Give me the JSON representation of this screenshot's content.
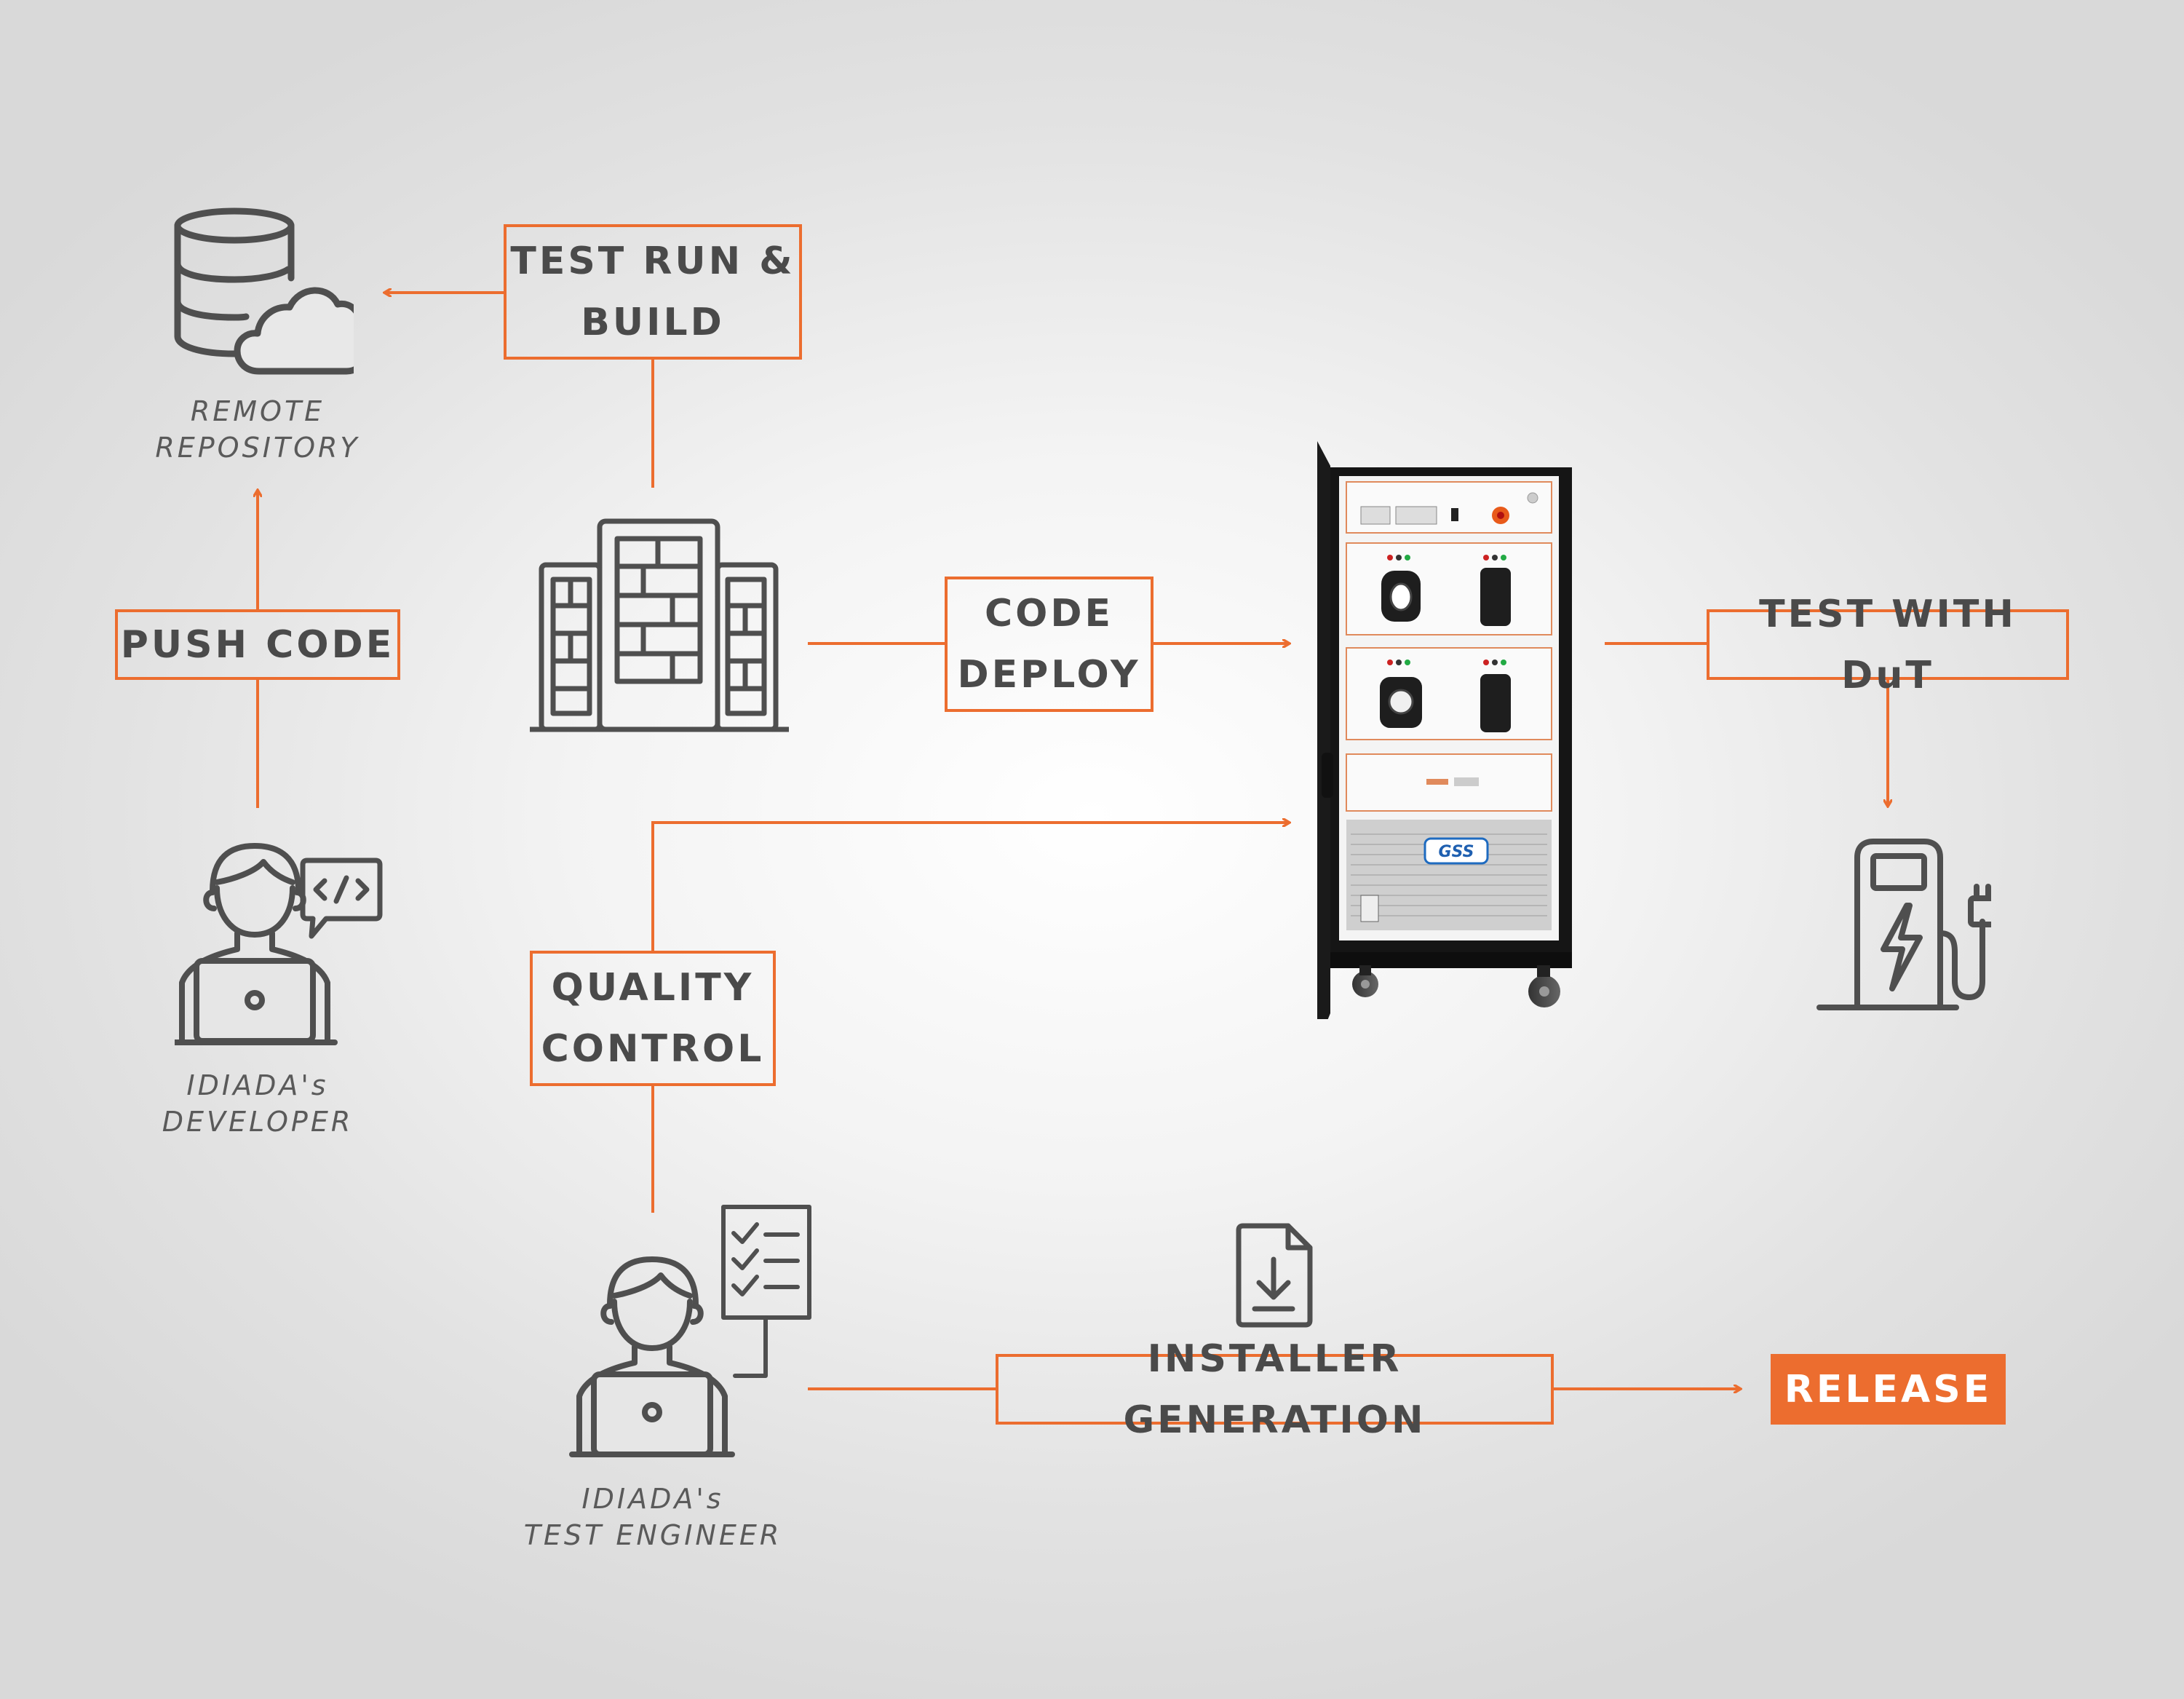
{
  "colors": {
    "accent": "#ec6d2f",
    "icon": "#4f4f4f",
    "text": "#4a4a4a",
    "caption": "#5a5a5a"
  },
  "boxes": {
    "test_run_build": {
      "line1": "TEST RUN &",
      "line2": "BUILD"
    },
    "push_code": "PUSH CODE",
    "code_deploy": {
      "line1": "CODE",
      "line2": "DEPLOY"
    },
    "test_with_dut": "TEST WITH DuT",
    "quality_control": {
      "line1": "QUALITY",
      "line2": "CONTROL"
    },
    "installer_generation": "INSTALLER GENERATION",
    "release": "RELEASE"
  },
  "captions": {
    "remote_repository": "REMOTE\nREPOSITORY",
    "developer": "IDIADA's\nDEVELOPER",
    "test_engineer": "IDIADA's\nTEST ENGINEER"
  },
  "equipment": {
    "brand_label": "GSS"
  },
  "icons": [
    "database-cloud-icon",
    "building-icon",
    "developer-laptop-icon",
    "code-bubble-icon",
    "test-engineer-icon",
    "checklist-icon",
    "download-file-icon",
    "ev-charger-icon",
    "test-cabinet-image"
  ]
}
